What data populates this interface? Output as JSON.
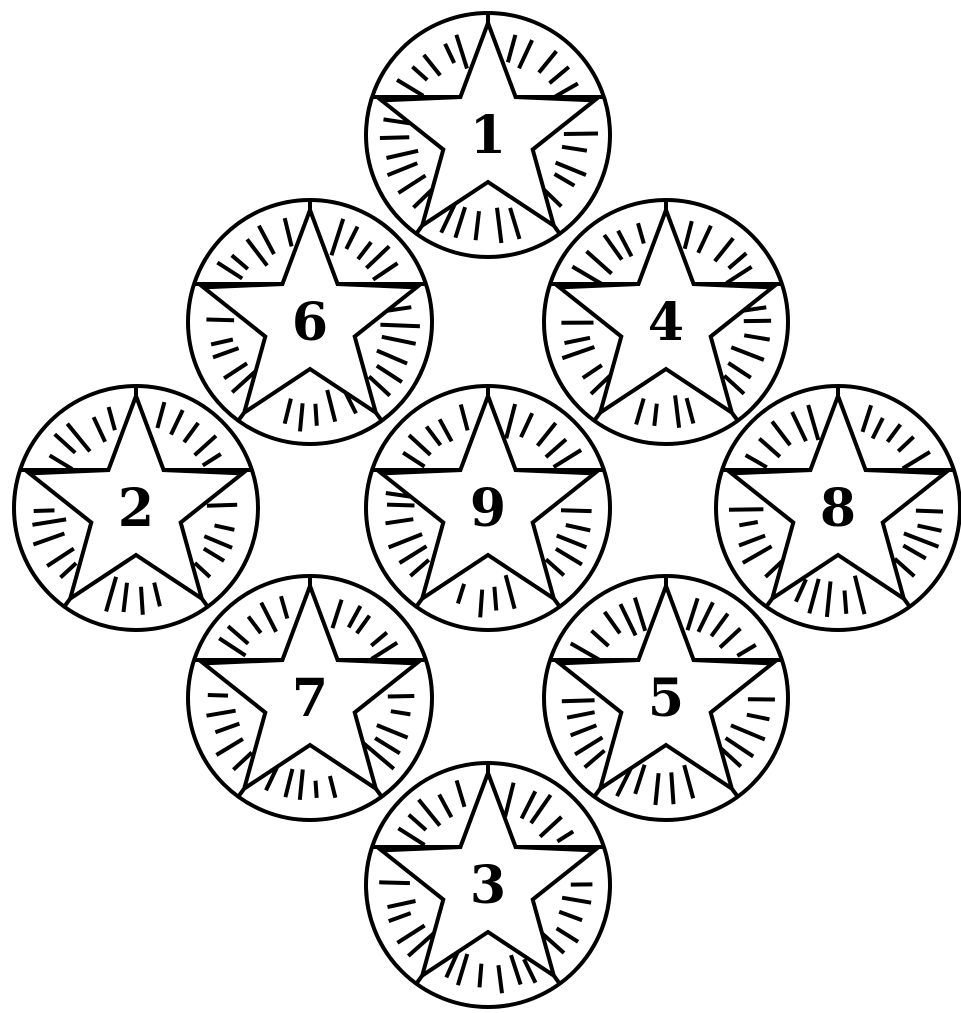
{
  "medallions": [
    {
      "label": "1"
    },
    {
      "label": "6"
    },
    {
      "label": "4"
    },
    {
      "label": "2"
    },
    {
      "label": "9"
    },
    {
      "label": "8"
    },
    {
      "label": "7"
    },
    {
      "label": "5"
    },
    {
      "label": "3"
    }
  ],
  "colors": {
    "stroke": "#000000",
    "background": "#ffffff"
  }
}
